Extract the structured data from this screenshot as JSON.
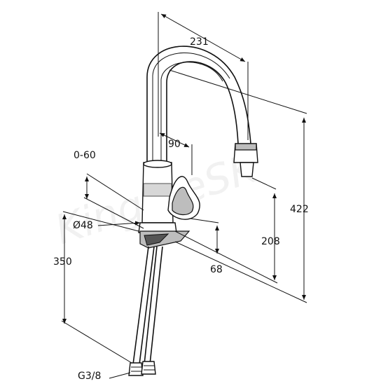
{
  "watermark": "KingtheSK",
  "dimensions": {
    "spout_reach": "231",
    "swivel_angle": "90",
    "counter_thickness": "0-60",
    "body_diameter": "Ø48",
    "total_height": "422",
    "spout_height": "208",
    "base_offset": "68",
    "hose_length": "350",
    "connection": "G3/8"
  },
  "colors": {
    "line": "#111111",
    "fill": "#ffffff",
    "shade": "#bdbdbd"
  }
}
